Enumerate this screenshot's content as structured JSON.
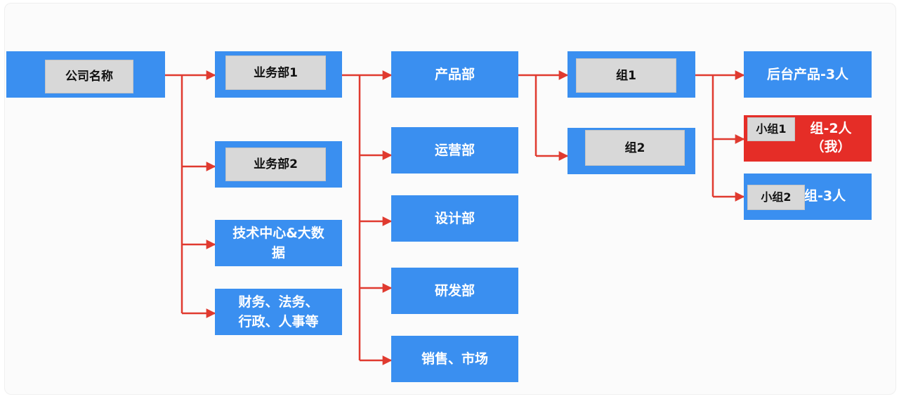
{
  "colors": {
    "node": "#3a8ff0",
    "highlight": "#e52d27",
    "label_bg": "#d8d8d8",
    "connector": "#e03a2f"
  },
  "company": {
    "label": "公司名称"
  },
  "departments": {
    "biz1": "业务部1",
    "biz2": "业务部2",
    "tech": "技术中心&大数\n据",
    "finance": "财务、法务、\n行政、人事等"
  },
  "units": {
    "product": "产品部",
    "ops": "运营部",
    "design": "设计部",
    "rd": "研发部",
    "sales": "销售、市场"
  },
  "groups": {
    "g1": "组1",
    "g2": "组2"
  },
  "teams": {
    "backend": "后台产品-3人",
    "sub1_label": "小组1",
    "sub1_text": "组-2人\n（我）",
    "sub2_label": "小组2",
    "sub2_text": "组-3人"
  }
}
